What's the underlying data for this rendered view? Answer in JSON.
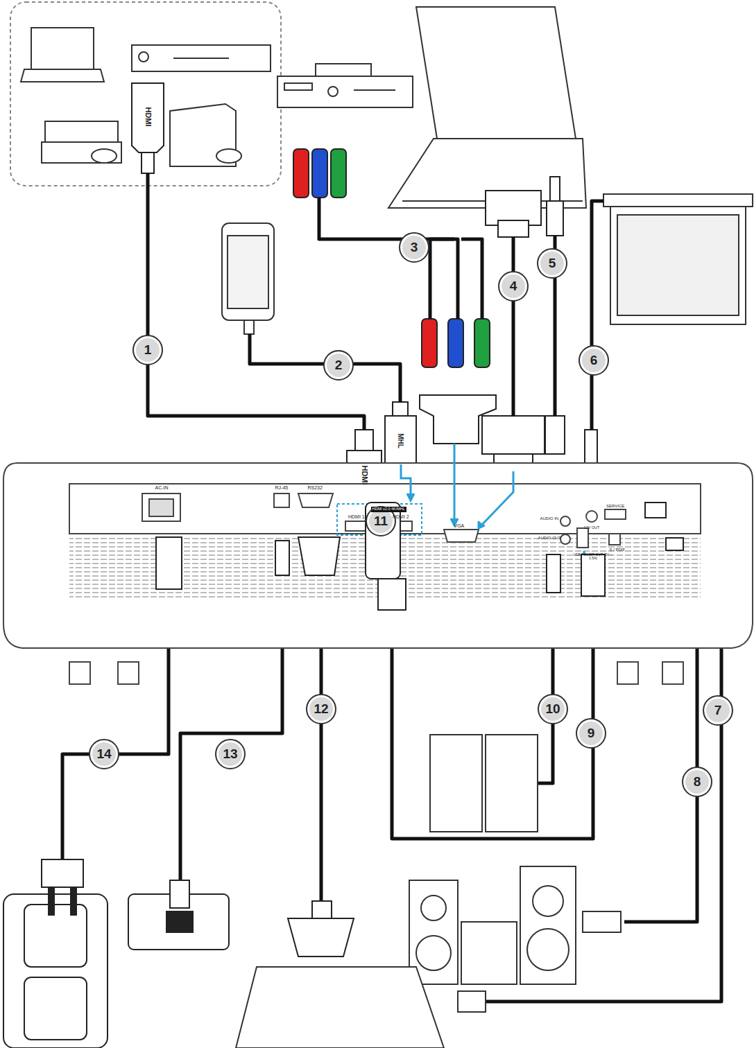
{
  "diagram": {
    "nodes": [
      {
        "text": [
          "1"
        ]
      },
      {
        "text": [
          "2"
        ]
      },
      {
        "text": [
          "3"
        ]
      },
      {
        "text": [
          "4"
        ]
      },
      {
        "text": [
          "5"
        ]
      },
      {
        "text": [
          "6"
        ]
      },
      {
        "text": [
          "7"
        ]
      },
      {
        "text": [
          "8"
        ]
      },
      {
        "text": [
          "9"
        ]
      },
      {
        "text": [
          "10"
        ]
      },
      {
        "text": [
          "11"
        ]
      },
      {
        "text": [
          "12"
        ]
      },
      {
        "text": [
          "13"
        ]
      },
      {
        "text": [
          "14"
        ]
      }
    ],
    "labels": [
      "HDMI",
      "MHL",
      "HDMI",
      "AC-IN",
      "RJ-45",
      "RS232",
      "HDMI v2.0 4K/MHL",
      "HDMI 1",
      "HDMI 2",
      "VGA",
      "AUDIO IN",
      "AUDIO OUT",
      "12V OUT",
      "SERVICE",
      "USB POWER OUT (5V ⎓ 1.5A)",
      "S / PDIF"
    ]
  }
}
